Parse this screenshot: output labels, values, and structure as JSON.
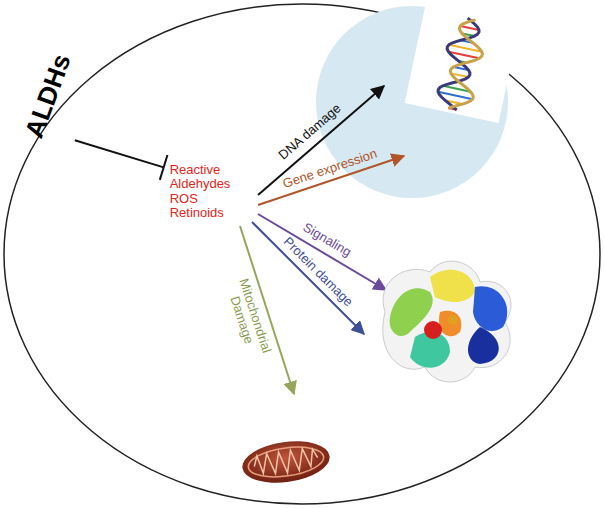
{
  "diagram": {
    "nodes": [
      {
        "text": [
          "ALDHs"
        ]
      },
      {
        "text": [
          "Reactive Aldehydes ROS Retinoids"
        ]
      }
    ],
    "edges": [
      {
        "from": 0,
        "to": 1,
        "arrow": "to"
      }
    ],
    "labels": [
      "DNA damage",
      "Gene expression",
      "Signaling",
      "Protein damage",
      "Mitochondrial Damage"
    ]
  }
}
